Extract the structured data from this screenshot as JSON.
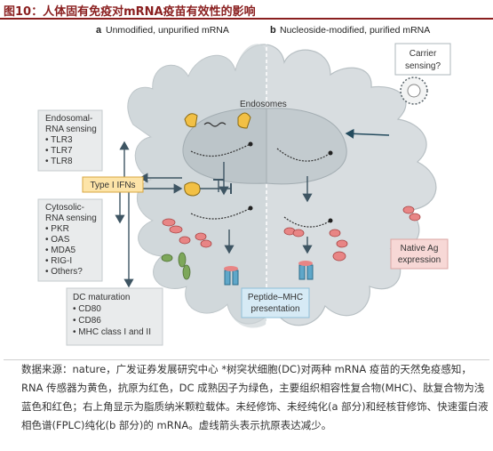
{
  "header": {
    "figure_title": "图10：人体固有免疫对mRNA疫苗有效性的影响"
  },
  "panels": {
    "a_label": "a",
    "a_title": "Unmodified, unpurified mRNA",
    "b_label": "b",
    "b_title": "Nucleoside-modified, purified mRNA"
  },
  "labels": {
    "endosomes": "Endosomes",
    "carrier_sensing_line1": "Carrier",
    "carrier_sensing_line2": "sensing?",
    "type1_ifns": "Type I IFNs",
    "native_ag_line1": "Native Ag",
    "native_ag_line2": "expression",
    "peptide_mhc_line1": "Peptide–MHC",
    "peptide_mhc_line2": "presentation"
  },
  "endosomal_box": {
    "title_line1": "Endosomal-",
    "title_line2": "RNA sensing",
    "items": [
      "• TLR3",
      "• TLR7",
      "• TLR8"
    ]
  },
  "cytosolic_box": {
    "title_line1": "Cytosolic-",
    "title_line2": "RNA sensing",
    "items": [
      "• PKR",
      "• OAS",
      "• MDA5",
      "• RIG-I",
      "• Others?"
    ]
  },
  "dc_box": {
    "title": "DC maturation",
    "items": [
      "• CD80",
      "• CD86",
      "• MHC class I and II"
    ]
  },
  "source_note": {
    "text": "数据来源：nature，广发证券发展研究中心 *树突状细胞(DC)对两种 mRNA 疫苗的天然免疫感知，RNA 传感器为黄色，抗原为红色，DC 成熟因子为绿色，主要组织相容性复合物(MHC)、肽复合物为浅蓝色和红色；右上角显示为脂质纳米颗粒载体。未经修饰、未经纯化(a 部分)和经核苷修饰、快速蛋白液相色谱(FPLC)纯化(b 部分)的 mRNA。虚线箭头表示抗原表达减少。"
  },
  "colors": {
    "title": "#8a1f1f",
    "cell_fill": "#d8dde0",
    "cell_fill_left": "#cfd5d8",
    "endosome_fill": "#bcc5c9",
    "sensor_yellow": "#f2c045",
    "type1_box": "#fde4a8",
    "antigen_red": "#e88585",
    "maturation_green": "#7da75a",
    "mhc_blue": "#5fa7c9",
    "label_gray_box": "#e9ebec",
    "peptide_box": "#d6eaf5",
    "native_ag_box": "#f7d8d6"
  }
}
